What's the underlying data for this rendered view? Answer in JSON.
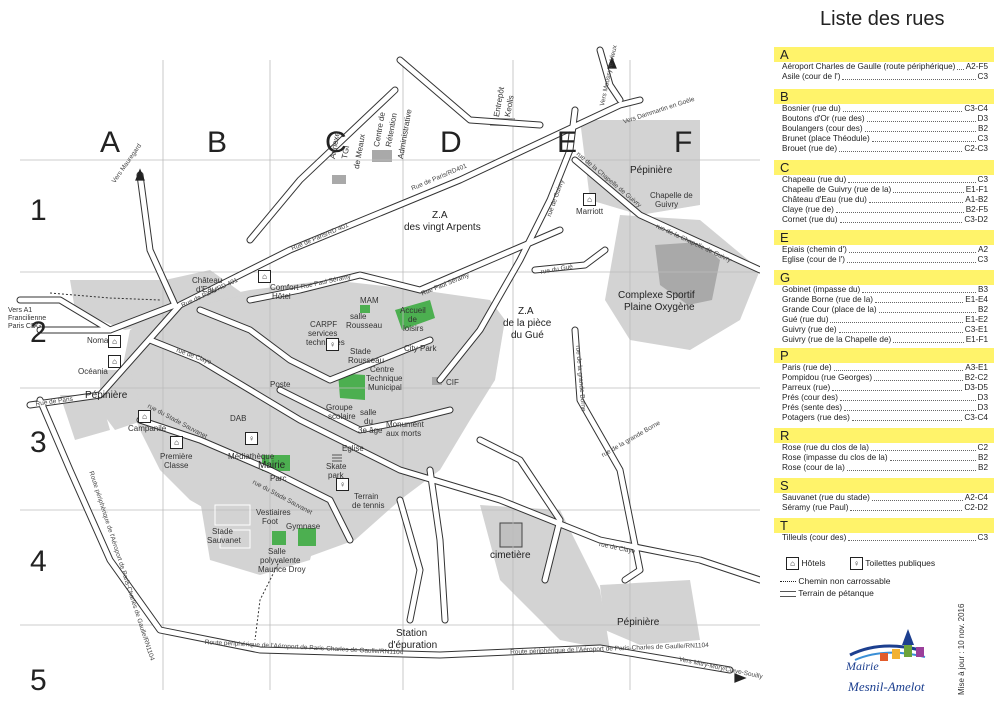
{
  "columns": [
    "A",
    "B",
    "C",
    "D",
    "E",
    "F"
  ],
  "rows": [
    "1",
    "2",
    "3",
    "4",
    "5"
  ],
  "map_labels": {
    "za_arpents_1": "Z.A",
    "za_arpents_2": "des vingt Arpents",
    "za_gue_1": "Z.A",
    "za_gue_2": "de la pièce",
    "za_gue_3": "du Gué",
    "complexe_1": "Complexe Sportif",
    "complexe_2": "Plaine Oxygène",
    "pepiniere_ne": "Pépinière",
    "pepiniere_w": "Pépinière",
    "pepiniere_se": "Pépinière",
    "chapelle_1": "Chapelle de",
    "chapelle_2": "Guivry",
    "marriott": "Marriott",
    "mairie": "Mairie",
    "parc": "Parc",
    "cimetiere": "cimetière",
    "station_1": "Station",
    "station_2": "d'épuration",
    "stade_sauvanet_1": "Stade",
    "stade_sauvanet_2": "Sauvanet",
    "vestiaires_1": "Vestiaires",
    "vestiaires_2": "Foot",
    "gymnase": "Gymnase",
    "salle_poly_1": "Salle",
    "salle_poly_2": "polyvalente",
    "salle_poly_3": "Maurice Droy",
    "mediatheque": "Médiathèque",
    "groupe_scolaire_1": "Groupe",
    "groupe_scolaire_2": "scolaire",
    "stade_rousseau_1": "Stade",
    "stade_rousseau_2": "Rousseau",
    "salle_rousseau_1": "salle",
    "salle_rousseau_2": "Rousseau",
    "city_park": "City Park",
    "mam": "MAM",
    "accueil_1": "Accueil",
    "accueil_2": "de",
    "accueil_3": "loisirs",
    "carpf_1": "CARPF",
    "carpf_2": "services",
    "carpf_3": "techniques",
    "ctm_1": "Centre",
    "ctm_2": "Technique",
    "ctm_3": "Municipal",
    "cif": "CIF",
    "poste": "Poste",
    "dab": "DAB",
    "eglise": "Eglise",
    "skate_1": "Skate",
    "skate_2": "park",
    "tennis_1": "Terrain",
    "tennis_2": "de tennis",
    "salle_age_1": "salle",
    "salle_age_2": "du",
    "salle_age_3": "3e âge",
    "monument_1": "Monument",
    "monument_2": "aux morts",
    "comfort_1": "Comfort",
    "comfort_2": "Hôtel",
    "chateau_1": "Château",
    "chateau_2": "d'Eau",
    "nomad": "Nomad",
    "oceania": "Océania",
    "campanile": "Campanile",
    "premiere_1": "Première",
    "premiere_2": "Classe",
    "annexe_1": "Annexe",
    "annexe_2": "TGI",
    "annexe_3": "de Meaux",
    "centre_retention_1": "Centre de",
    "centre_retention_2": "Rétention",
    "centre_retention_3": "Administrative",
    "entrepot_1": "Entrepôt",
    "entrepot_2": "Keolis",
    "vers_a1_1": "Vers A1",
    "vers_a1_2": "Francilienne",
    "vers_a1_3": "Paris CDG",
    "vers_mauregard": "Vers Mauregard",
    "vers_moussy": "Vers Moussy le Vieux",
    "vers_dammartin": "Vers Dammartin en Goële",
    "vers_mitry": "Vers Mitry-Mory/Claye-Souilly",
    "rue_de_paris": "Rue de Paris",
    "rue_paris_rd401": "Rue de Paris/RD401",
    "rue_paris_rd401_b": "Rue de Paris/RD 401",
    "rue_paris_rd401_c": "Rue de Paris/RD 401",
    "rue_paul_seramy": "Rue Paul Séramy",
    "rue_paul_seramy_b": "Rue Paul Séramy",
    "rue_de_la_chapelle": "rue de la Chapelle de Guivry",
    "rue_de_la_chapelle_b": "rue de la Chapelle de Guivry",
    "rue_de_guivry": "rue de Guivry",
    "rue_du_gue": "rue du Gué",
    "rue_de_la_grande_borne": "rue de la grande Borne",
    "rue_de_la_grande_borne_b": "rue de la grande Borne",
    "rue_de_claye": "rue de Claye",
    "rue_de_claye_b": "rue de Claye",
    "rue_du_stade": "rue du Stade Sauvanet",
    "rue_du_stade_b": "rue du Stade Sauvanet",
    "rocade_1": "Route périphérique de l'Aéroport de Paris-Charles de Gaulle/RN1104",
    "rocade_2": "Route périphérique de l'Aéroport de Paris-Charles de Gaulle/RN1104",
    "rocade_3": "Route périphérique de l'Aéroport de Paris-Charles de Gaulle/RN1104"
  },
  "legend": {
    "title": "Liste des rues",
    "sections": [
      {
        "letter": "A",
        "streets": [
          {
            "name": "Aéroport Charles de Gaulle (route périphérique)",
            "code": "A2-F5"
          },
          {
            "name": "Asile (cour de l')",
            "code": "C3"
          }
        ]
      },
      {
        "letter": "B",
        "streets": [
          {
            "name": "Bosnier (rue du)",
            "code": "C3-C4"
          },
          {
            "name": "Boutons d'Or (rue des)",
            "code": "D3"
          },
          {
            "name": "Boulangers (cour des)",
            "code": "B2"
          },
          {
            "name": "Brunet (place Théodule)",
            "code": "C3"
          },
          {
            "name": "Brouet (rue de)",
            "code": "C2-C3"
          }
        ]
      },
      {
        "letter": "C",
        "streets": [
          {
            "name": "Chapeau (rue du)",
            "code": "C3"
          },
          {
            "name": "Chapelle de Guivry (rue de la)",
            "code": "E1-F1"
          },
          {
            "name": "Château d'Eau (rue du)",
            "code": "A1-B2"
          },
          {
            "name": "Claye (rue de)",
            "code": "B2-F5"
          },
          {
            "name": "Cornet (rue du)",
            "code": "C3-D2"
          }
        ]
      },
      {
        "letter": "E",
        "streets": [
          {
            "name": "Epiais (chemin d')",
            "code": "A2"
          },
          {
            "name": "Eglise (cour de l')",
            "code": "C3"
          }
        ]
      },
      {
        "letter": "G",
        "streets": [
          {
            "name": "Gobinet (impasse du)",
            "code": "B3"
          },
          {
            "name": "Grande Borne (rue de la)",
            "code": "E1-E4"
          },
          {
            "name": "Grande Cour (place de la)",
            "code": "B2"
          },
          {
            "name": "Gué (rue du)",
            "code": "E1-E2"
          },
          {
            "name": "Guivry (rue de)",
            "code": "C3-E1"
          },
          {
            "name": "Guivry (rue de la Chapelle de)",
            "code": "E1-F1"
          }
        ]
      },
      {
        "letter": "P",
        "streets": [
          {
            "name": "Paris (rue de)",
            "code": "A3-E1"
          },
          {
            "name": "Pompidou (rue Georges)",
            "code": "B2-C2"
          },
          {
            "name": "Parreux (rue)",
            "code": "D3-D5"
          },
          {
            "name": "Prés (cour des)",
            "code": "D3"
          },
          {
            "name": "Prés (sente des)",
            "code": "D3"
          },
          {
            "name": "Potagers (rue des)",
            "code": "C3-C4"
          }
        ]
      },
      {
        "letter": "R",
        "streets": [
          {
            "name": "Rose (rue du clos de la)",
            "code": "C2"
          },
          {
            "name": "Rose (impasse du clos de la)",
            "code": "B2"
          },
          {
            "name": "Rose (cour de la)",
            "code": "B2"
          }
        ]
      },
      {
        "letter": "S",
        "streets": [
          {
            "name": "Sauvanet (rue du stade)",
            "code": "A2-C4"
          },
          {
            "name": "Séramy (rue Paul)",
            "code": "C2-D2"
          }
        ]
      },
      {
        "letter": "T",
        "streets": [
          {
            "name": "Tilleuls (cour des)",
            "code": "C3"
          }
        ]
      }
    ],
    "key_hotels": "Hôtels",
    "key_toilets": "Toilettes publiques",
    "key_path": "Chemin non carrossable",
    "key_petanque": "Terrain de pétanque"
  },
  "update_note": "Mise à jour : 10 nov. 2016",
  "logo": {
    "line1": "Mairie",
    "line2": "Mesnil-Amelot"
  },
  "colors": {
    "built_area": "#d3d3d3",
    "green_space": "#4caf50",
    "grid": "#bbbbbb",
    "highlight": "#fff36a",
    "logo_blue": "#1c3f8f"
  }
}
